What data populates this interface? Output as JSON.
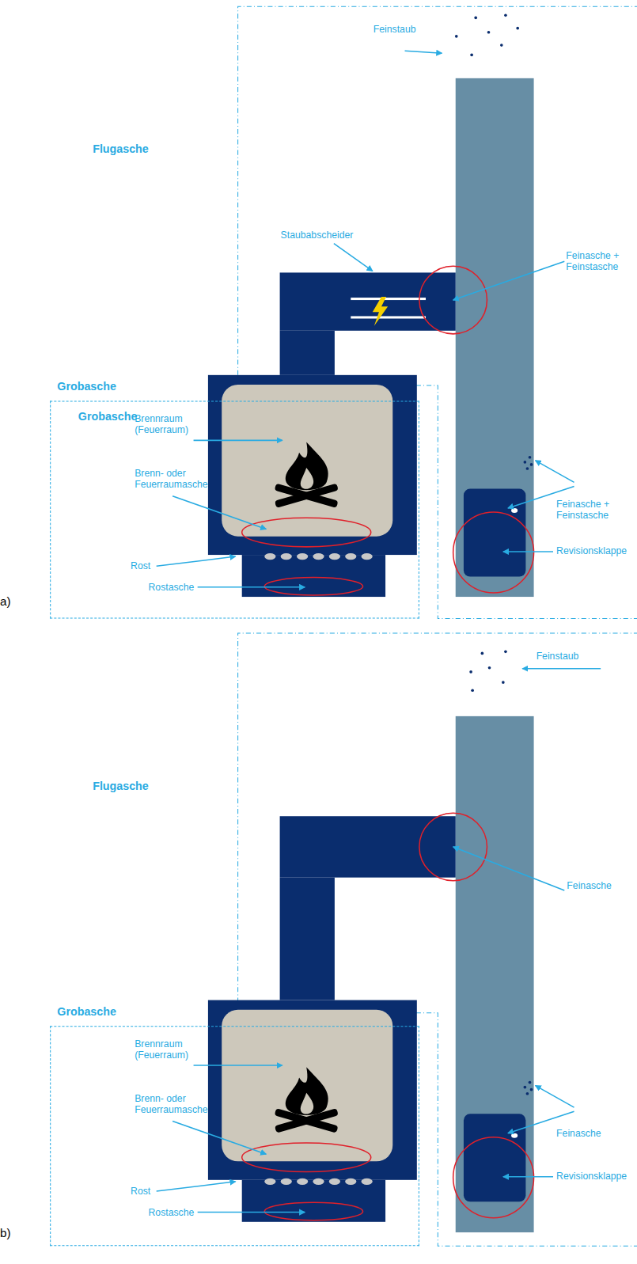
{
  "diagram": {
    "nodes": [
      {
        "text": [
          "Grobasche",
          "Grobasche"
        ]
      },
      {
        "text": [
          "Grobasche"
        ]
      }
    ],
    "labels": [
      "Feinstaub",
      "Flugasche",
      "Staubabscheider",
      "Feinasche + Feinstasche",
      "Brennraum (Feuerraum)",
      "Brenn- oder Feuerraumasche",
      "Rost",
      "Rostasche",
      "Feinasche + Feinstasche",
      "Revisionsklappe",
      "a)",
      "Feinstaub",
      "Flugasche",
      "Feinasche",
      "Brennraum (Feuerraum)",
      "Brenn- oder Feuerraumasche",
      "Rost",
      "Rostasche",
      "Feinasche",
      "Revisionsklappe",
      "b)"
    ]
  }
}
